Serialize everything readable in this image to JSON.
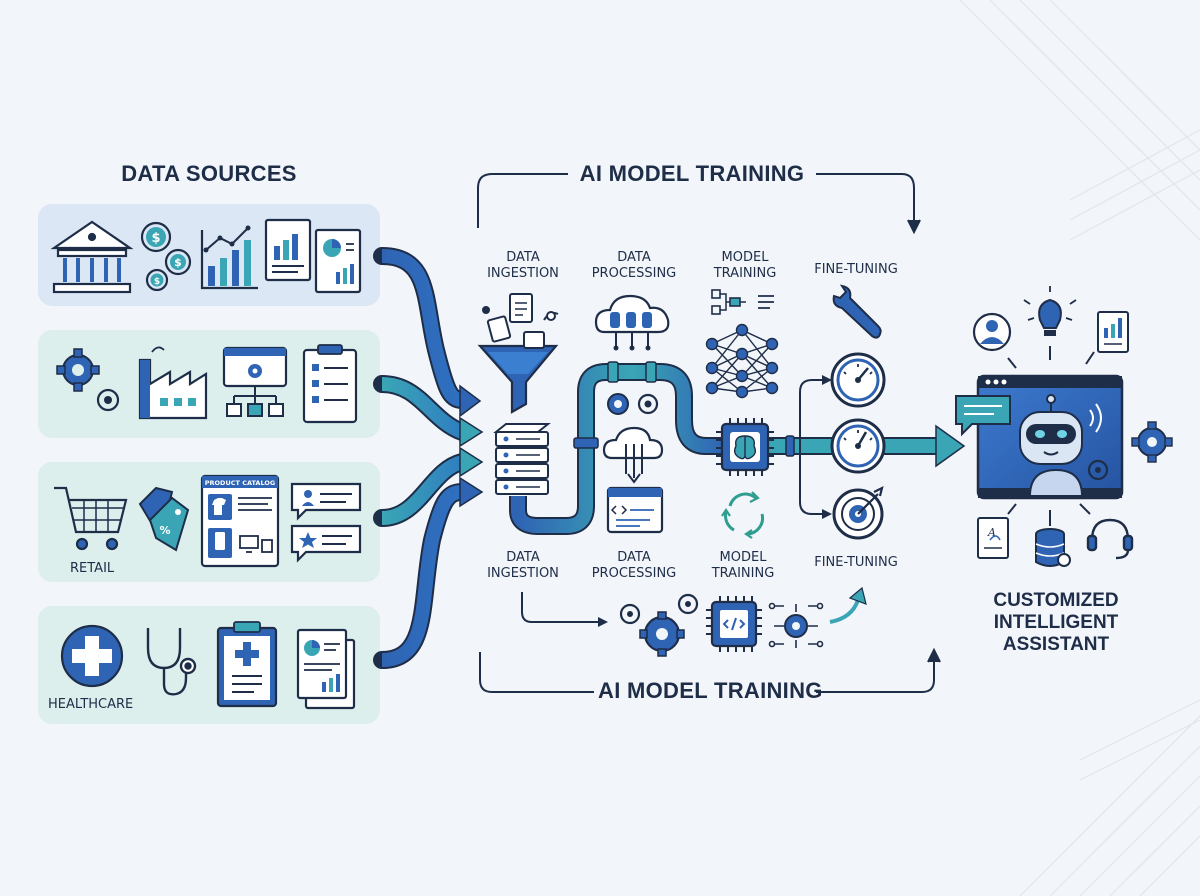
{
  "headings": {
    "data_sources": "DATA SOURCES",
    "training_top": "AI MODEL TRAINING",
    "training_bottom": "AI MODEL TRAINING",
    "assistant_line1": "CUSTOMIZED",
    "assistant_line2": "INTELLIGENT",
    "assistant_line3": "ASSISTANT"
  },
  "sources": {
    "retail": "RETAIL",
    "healthcare": "HEALTHCARE",
    "catalog_title": "PRODUCT CATALOG"
  },
  "stages_top": {
    "ingestion_1": "DATA",
    "ingestion_2": "INGESTION",
    "processing_1": "DATA",
    "processing_2": "PROCESSING",
    "training_1": "MODEL",
    "training_2": "TRAINING",
    "finetune": "FINE-TUNING"
  },
  "stages_bottom": {
    "ingestion_1": "DATA",
    "ingestion_2": "INGESTION",
    "processing_1": "DATA",
    "processing_2": "PROCESSING",
    "training_1": "MODEL",
    "training_2": "TRAINING",
    "finetune": "FINE-TUNING"
  },
  "colors": {
    "primary": "#2f64b4",
    "teal": "#3aa6b5",
    "dark": "#1e2d48",
    "panel": "#dde9f5",
    "panel_green": "#dcefec"
  }
}
